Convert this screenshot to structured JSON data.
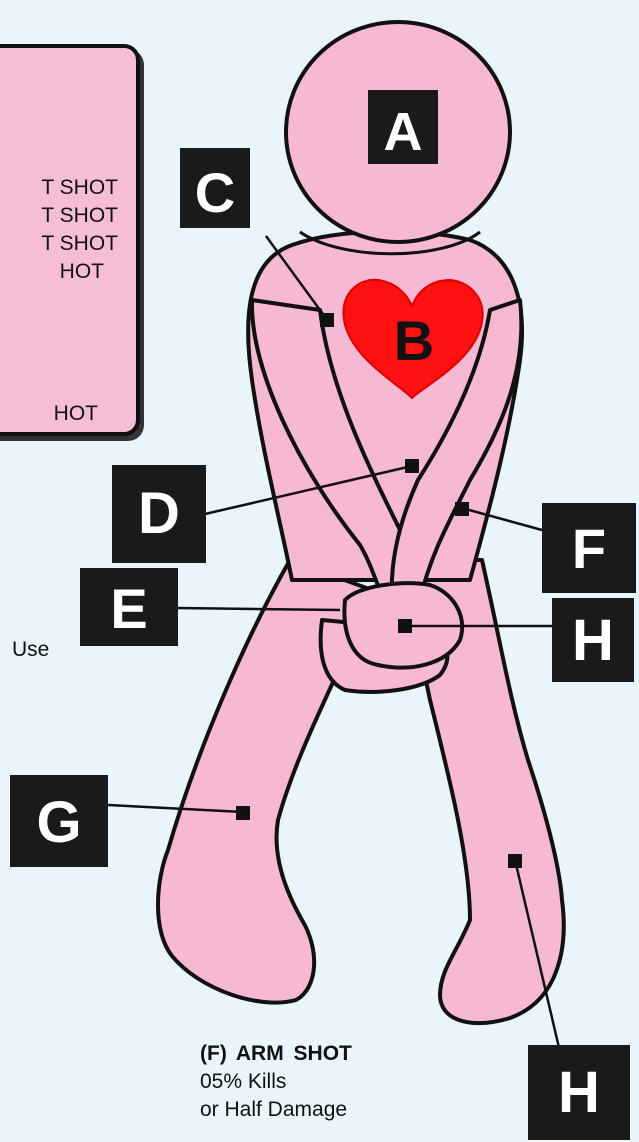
{
  "legend": {
    "lines": [
      "T SHOT",
      "T SHOT",
      "T SHOT",
      "HOT",
      "HOT"
    ]
  },
  "use_text": "Use",
  "labels": {
    "A": "A",
    "B": "B",
    "C": "C",
    "D": "D",
    "E": "E",
    "F": "F",
    "G": "G",
    "H1": "H",
    "H2": "H"
  },
  "arm_shot": {
    "title": "(F)  ARM SHOT",
    "line1": "05% Kills",
    "line2": "or Half Damage"
  },
  "colors": {
    "background": "#eaf4fb",
    "body": "#f6b8d3",
    "outline": "#111111",
    "heart": "#ff0000",
    "label_box": "#1a1a1a",
    "label_text": "#ffffff",
    "legend_box": "#f6bdd6"
  }
}
